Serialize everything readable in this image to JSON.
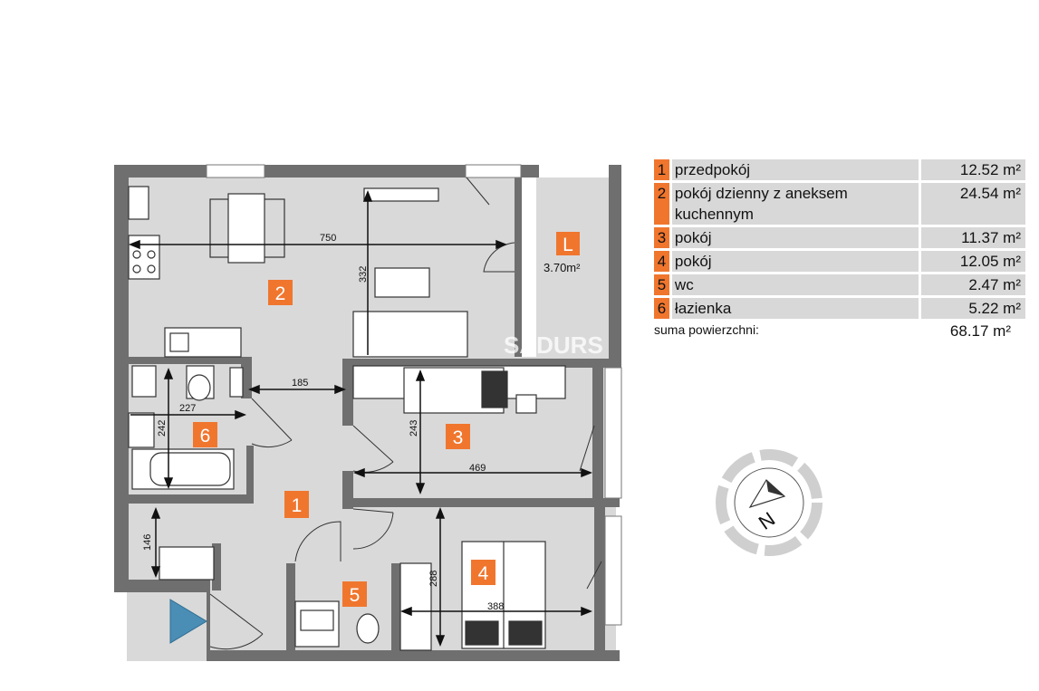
{
  "rooms": [
    {
      "num": "1",
      "name": "przedpokój",
      "area": "12.52 m²"
    },
    {
      "num": "2",
      "name": "pokój dzienny z aneksem kuchennym",
      "area": "24.54 m²"
    },
    {
      "num": "3",
      "name": "pokój",
      "area": "11.37 m²"
    },
    {
      "num": "4",
      "name": "pokój",
      "area": "12.05 m²"
    },
    {
      "num": "5",
      "name": "wc",
      "area": "2.47 m²"
    },
    {
      "num": "6",
      "name": "łazienka",
      "area": "5.22 m²"
    }
  ],
  "summary": {
    "label": "suma powierzchni:",
    "value": "68.17 m²"
  },
  "loggia": {
    "letter": "L",
    "area": "3.70m²"
  },
  "dimensions": {
    "living_width": "750",
    "living_depth": "332",
    "hall_width": "185",
    "bath_width": "227",
    "bath_depth": "242",
    "room3_width": "469",
    "room3_depth": "243",
    "room4_width": "388",
    "room4_depth": "288",
    "wardrobe_depth": "146"
  },
  "watermark": "SADURS",
  "colors": {
    "accent": "#f0762e",
    "wall": "#6f6f6f",
    "floor": "#d9d9d9",
    "legend_bg": "#d8d8d8",
    "entrance_arrow": "#4a8db5"
  },
  "icons": {
    "entrance": "entrance-arrow-icon",
    "compass": "north-compass-icon"
  }
}
